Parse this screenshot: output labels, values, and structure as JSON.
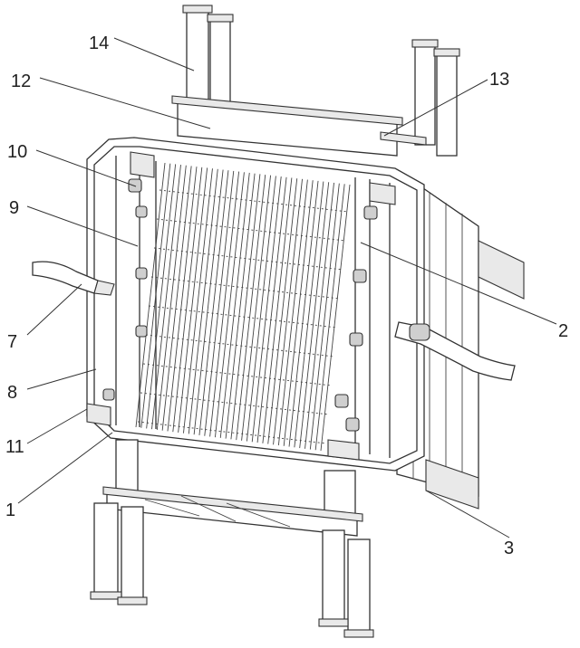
{
  "callouts": [
    {
      "id": "c14",
      "label": "14"
    },
    {
      "id": "c12",
      "label": "12"
    },
    {
      "id": "c13",
      "label": "13"
    },
    {
      "id": "c10",
      "label": "10"
    },
    {
      "id": "c9",
      "label": "9"
    },
    {
      "id": "c7",
      "label": "7"
    },
    {
      "id": "c8",
      "label": "8"
    },
    {
      "id": "c11",
      "label": "11"
    },
    {
      "id": "c1",
      "label": "1"
    },
    {
      "id": "c2",
      "label": "2"
    },
    {
      "id": "c3",
      "label": "3"
    }
  ]
}
